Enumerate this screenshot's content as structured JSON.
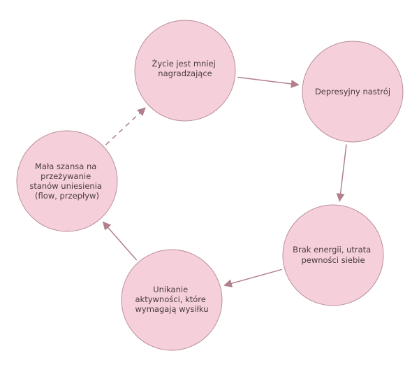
{
  "nodes": [
    {
      "id": "zycie",
      "lines": [
        "Życie jest mniej",
        "nagradzające"
      ]
    },
    {
      "id": "depresyjny",
      "lines": [
        "Depresyjny nastrój"
      ]
    },
    {
      "id": "brak",
      "lines": [
        "Brak energii, utrata",
        "pewności siebie"
      ]
    },
    {
      "id": "unikanie",
      "lines": [
        "Unikanie",
        "aktywności, które",
        "wymagają wysiłku"
      ]
    },
    {
      "id": "mala",
      "lines": [
        "Mała szansa na",
        "przeżywanie",
        "stanów uniesienia",
        "(flow, przepływ)"
      ]
    }
  ],
  "edges": [
    {
      "from": "zycie",
      "to": "depresyjny",
      "style": "solid"
    },
    {
      "from": "depresyjny",
      "to": "brak",
      "style": "solid"
    },
    {
      "from": "brak",
      "to": "unikanie",
      "style": "solid"
    },
    {
      "from": "unikanie",
      "to": "mala",
      "style": "solid"
    },
    {
      "from": "mala",
      "to": "zycie",
      "style": "dashed"
    }
  ],
  "colors": {
    "node_fill": "#f5d0da",
    "node_stroke": "#b98d97",
    "edge": "#b0808c",
    "text": "#4a3a3e"
  }
}
